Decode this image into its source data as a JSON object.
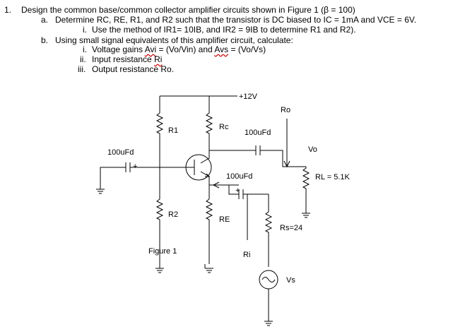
{
  "question": {
    "num1": "1.",
    "line1": "Design the common base/common collector amplifier circuits shown in Figure 1 (β = 100)",
    "a_mark": "a.",
    "a_text": "Determine RC, RE, R1, and R2 such that the transistor is DC biased to IC = 1mA and VCE = 6V.",
    "a_i_mark": "i.",
    "a_i_text": "Use the method of IR1= 10IB, and IR2 = 9IB to determine R1 and R2).",
    "b_mark": "b.",
    "b_text": "Using small signal equivalents of this amplifier circuit, calculate:",
    "b_i_mark": "i.",
    "b_i_pre": "Voltage gains ",
    "b_i_avi": "Avi",
    "b_i_mid": " = (Vo/Vin) and ",
    "b_i_avs": "Avs",
    "b_i_post": " = (Vo/Vs)",
    "b_ii_mark": "ii.",
    "b_ii_pre": "Input resistance ",
    "b_ii_ri": "Ri",
    "b_iii_mark": "iii.",
    "b_iii_text": "Output resistance Ro."
  },
  "circuit": {
    "supply": "+12V",
    "r1": "R1",
    "rc": "Rc",
    "r2": "R2",
    "re": "RE",
    "cap_out": "100uFd",
    "cap_in": "100uFd",
    "cap_emitter": "100uFd",
    "cap_plus": "+",
    "vo": "Vo",
    "ro": "Ro",
    "rl": "RL = 5.1K",
    "rs": "Rs=24",
    "ri": "Ri",
    "vs": "Vs",
    "figure": "Figure 1"
  }
}
